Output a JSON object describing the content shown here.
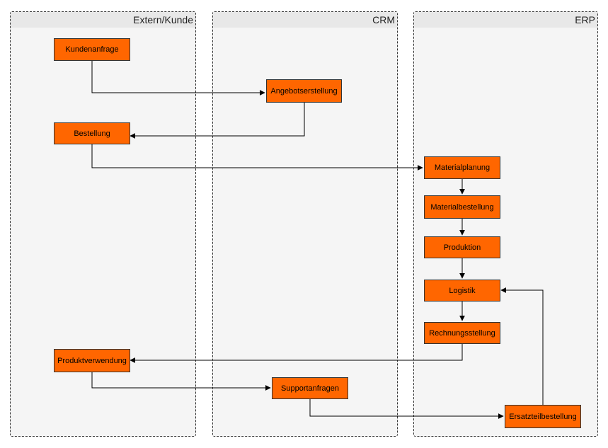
{
  "lanes": {
    "extern": "Extern/Kunde",
    "crm": "CRM",
    "erp": "ERP"
  },
  "nodes": {
    "kundenanfrage": "Kundenanfrage",
    "angebotserstellung": "Angebotserstellung",
    "bestellung": "Bestellung",
    "materialplanung": "Materialplanung",
    "materialbestellung": "Materialbestellung",
    "produktion": "Produktion",
    "logistik": "Logistik",
    "rechnungsstellung": "Rechnungsstellung",
    "produktverwendung": "Produktverwendung",
    "supportanfragen": "Supportanfragen",
    "ersatzteilbestellung": "Ersatzteilbestellung"
  },
  "edges": [
    {
      "from": "Kundenanfrage",
      "to": "Angebotserstellung"
    },
    {
      "from": "Angebotserstellung",
      "to": "Bestellung"
    },
    {
      "from": "Bestellung",
      "to": "Materialplanung"
    },
    {
      "from": "Materialplanung",
      "to": "Materialbestellung"
    },
    {
      "from": "Materialbestellung",
      "to": "Produktion"
    },
    {
      "from": "Produktion",
      "to": "Logistik"
    },
    {
      "from": "Logistik",
      "to": "Rechnungsstellung"
    },
    {
      "from": "Rechnungsstellung",
      "to": "Produktverwendung"
    },
    {
      "from": "Produktverwendung",
      "to": "Supportanfragen"
    },
    {
      "from": "Supportanfragen",
      "to": "Ersatzteilbestellung"
    },
    {
      "from": "Ersatzteilbestellung",
      "to": "Logistik"
    }
  ],
  "colors": {
    "node_fill": "#ff6600",
    "lane_fill": "#f5f5f5",
    "edge": "#000000"
  }
}
